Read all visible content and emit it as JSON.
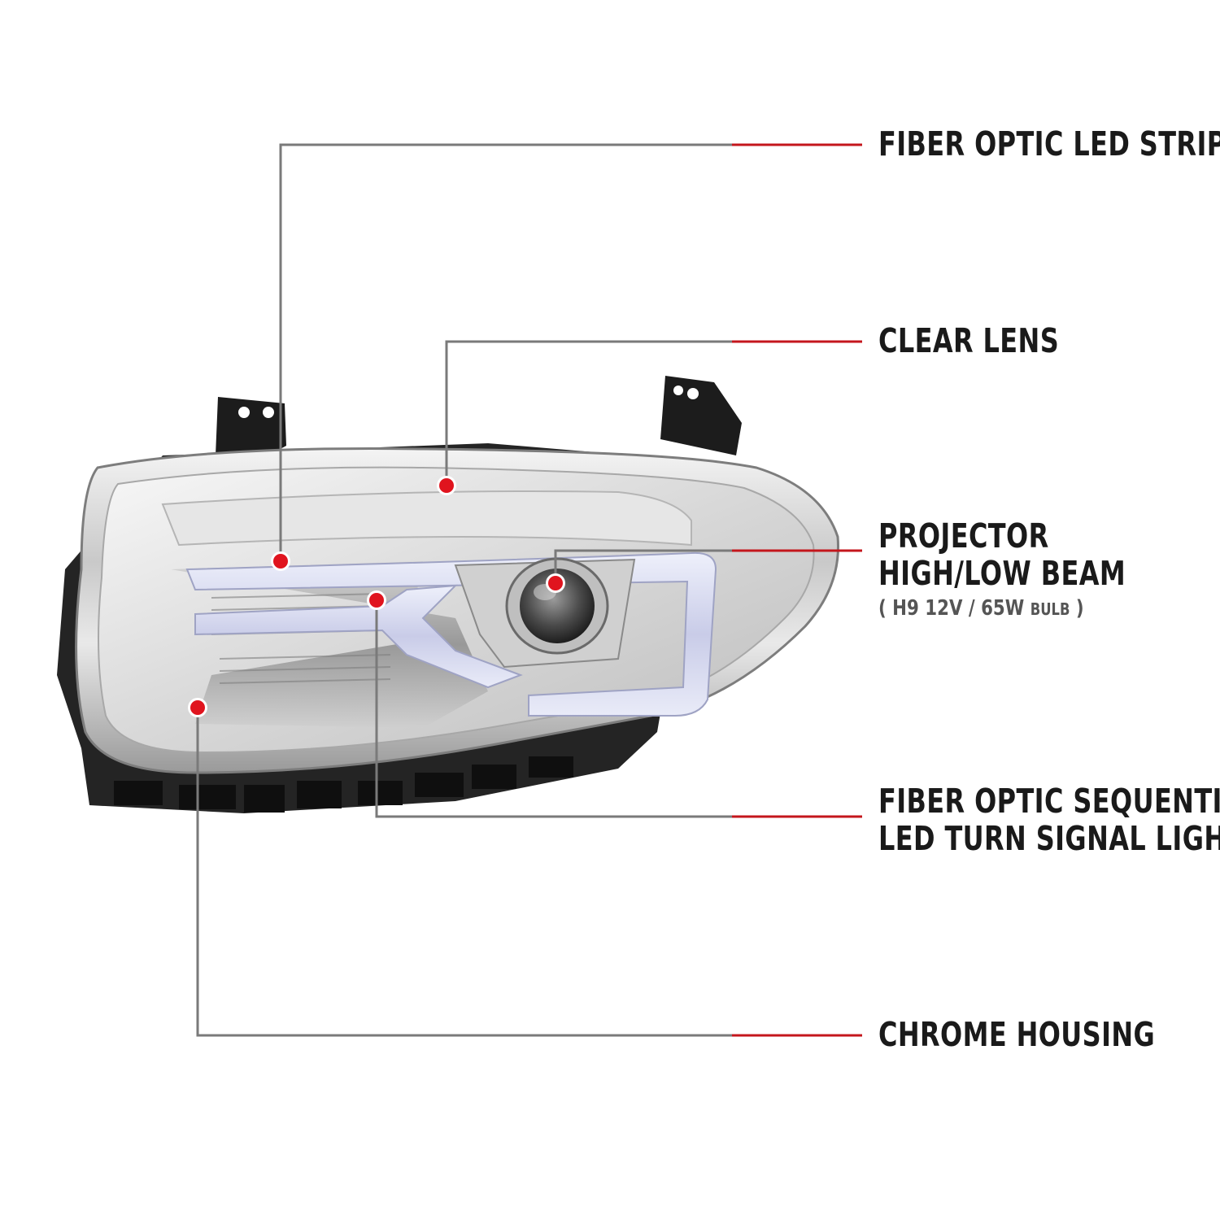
{
  "callouts": {
    "fiber_optic_strip": "FIBER OPTIC LED STRIP",
    "clear_lens": "CLEAR LENS",
    "projector_line1": "PROJECTOR",
    "projector_line2": "HIGH/LOW BEAM",
    "bulb_open": "(",
    "bulb_main": "H9  12V / 65W",
    "bulb_word": "BULB",
    "bulb_close": ")",
    "sequential_line1": "FIBER OPTIC SEQUENTIAL",
    "sequential_line2": "LED TURN SIGNAL LIGHTS",
    "chrome_housing": "CHROME HOUSING"
  },
  "colors": {
    "leader_gray": "#7a7a7a",
    "leader_red": "#c4161c",
    "dot_red": "#e0141e"
  }
}
